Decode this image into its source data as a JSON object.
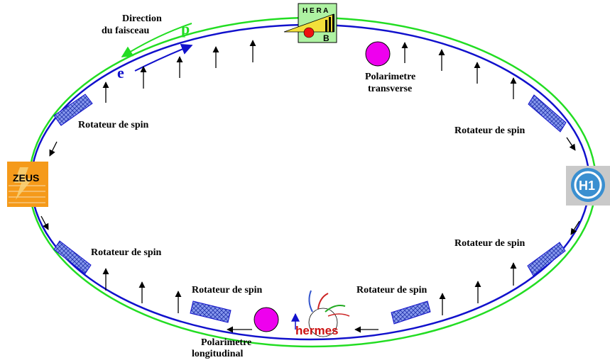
{
  "colors": {
    "proton_ring": "#22dd22",
    "electron_ring": "#1111cc",
    "polarimeter": "#ee00ee",
    "rotator_fill": "#8899ee",
    "zeus_bg": "#f59a1a",
    "hera_b_bg": "#aef2a2",
    "h1_bg": "#3a8fd0",
    "hermes_text": "#cc1111"
  },
  "labels": {
    "direction_line1": "Direction",
    "direction_line2": "du faisceau",
    "beam_p": "p",
    "beam_e": "e",
    "polarimeter_transverse_1": "Polarimetre",
    "polarimeter_transverse_2": "transverse",
    "polarimeter_longitudinal_1": "Polarimetre",
    "polarimeter_longitudinal_2": "longitudinal",
    "rotator_top_left": "Rotateur de spin",
    "rotator_top_right": "Rotateur de spin",
    "rotator_bottom_left": "Rotateur de spin",
    "rotator_bottom_right": "Rotateur de spin",
    "rotator_bottom_center_left": "Rotateur de spin",
    "rotator_bottom_center_right": "Rotateur de spin"
  },
  "experiments": {
    "zeus": "ZEUS",
    "hera_b_top": "H E R A",
    "hera_b_bottom": "B",
    "h1": "H1",
    "hermes": "hermes"
  },
  "icons": {
    "zeus": "zeus-logo",
    "hera_b": "hera-b-logo",
    "h1": "h1-logo",
    "hermes": "hermes-logo",
    "polarimeter": "polarimeter-circle",
    "rotator": "spin-rotator-block",
    "spin_arrow": "spin-arrow"
  }
}
